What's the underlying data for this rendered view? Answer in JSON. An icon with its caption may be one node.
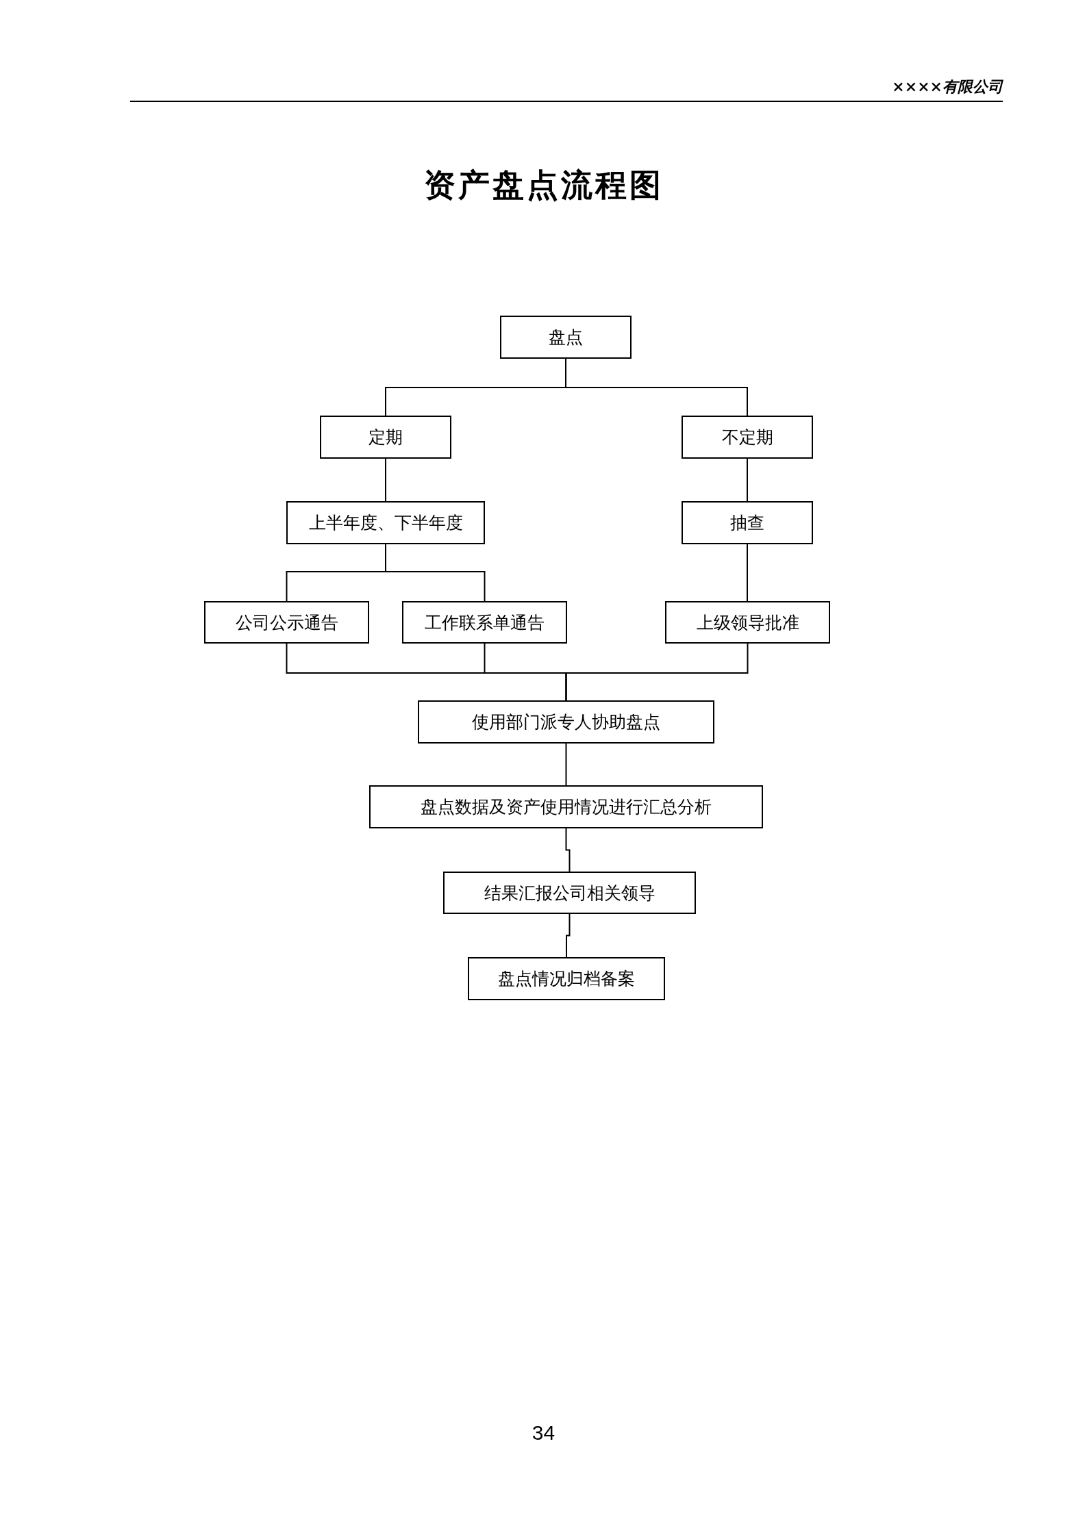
{
  "diagram": {
    "title": "资产盘点流程图",
    "nodes": [
      {
        "text": [
          "盘点"
        ]
      },
      {
        "text": [
          "定期"
        ]
      },
      {
        "text": [
          "不定期"
        ]
      },
      {
        "text": [
          "上半年度、下半年度"
        ]
      },
      {
        "text": [
          "抽查"
        ]
      },
      {
        "text": [
          "公司公示通告"
        ]
      },
      {
        "text": [
          "工作联系单通告"
        ]
      },
      {
        "text": [
          "上级领导批准"
        ]
      },
      {
        "text": [
          "使用部门派专人协助盘点"
        ]
      },
      {
        "text": [
          "盘点数据及资产使用情况进行汇总分析"
        ]
      },
      {
        "text": [
          "结果汇报公司相关领导"
        ]
      },
      {
        "text": [
          "盘点情况归档备案"
        ]
      }
    ],
    "edges": [
      {
        "from": 0,
        "to": 1,
        "arrow": "none"
      },
      {
        "from": 0,
        "to": 2,
        "arrow": "none"
      },
      {
        "from": 1,
        "to": 3,
        "arrow": "none"
      },
      {
        "from": 2,
        "to": 4,
        "arrow": "none"
      },
      {
        "from": 3,
        "to": 5,
        "arrow": "none"
      },
      {
        "from": 3,
        "to": 6,
        "arrow": "none"
      },
      {
        "from": 4,
        "to": 7,
        "arrow": "none"
      },
      {
        "from": 5,
        "to": 8,
        "arrow": "none"
      },
      {
        "from": 6,
        "to": 8,
        "arrow": "none"
      },
      {
        "from": 7,
        "to": 8,
        "arrow": "none"
      },
      {
        "from": 8,
        "to": 9,
        "arrow": "none"
      },
      {
        "from": 9,
        "to": 10,
        "arrow": "none"
      },
      {
        "from": 10,
        "to": 11,
        "arrow": "none"
      }
    ],
    "labels": [
      "××××有限公司",
      "34"
    ]
  }
}
